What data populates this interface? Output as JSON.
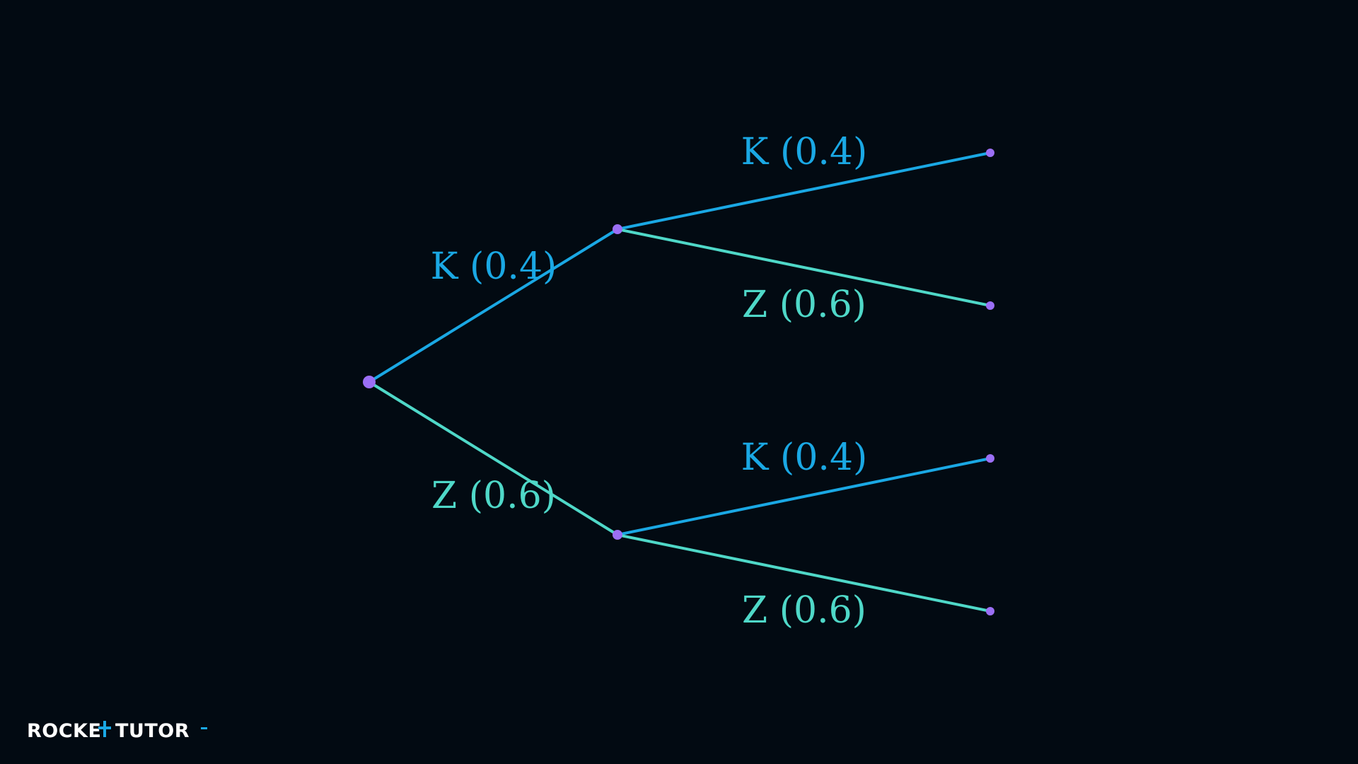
{
  "diagram": {
    "branches": [
      {
        "id": "b1",
        "from": "root",
        "to": "n1",
        "label": "K (0.4)",
        "kind": "K"
      },
      {
        "id": "b2",
        "from": "root",
        "to": "n2",
        "label": "Z (0.6)",
        "kind": "Z"
      },
      {
        "id": "b3",
        "from": "n1",
        "to": "l1",
        "label": "K (0.4)",
        "kind": "K"
      },
      {
        "id": "b4",
        "from": "n1",
        "to": "l2",
        "label": "Z (0.6)",
        "kind": "Z"
      },
      {
        "id": "b5",
        "from": "n2",
        "to": "l3",
        "label": "K (0.4)",
        "kind": "K"
      },
      {
        "id": "b6",
        "from": "n2",
        "to": "l4",
        "label": "Z (0.6)",
        "kind": "Z"
      }
    ],
    "colors": {
      "background": "#020a12",
      "K": "#1aa8e4",
      "Z": "#4fd8c8",
      "node": "#9b6ff5"
    }
  },
  "logo": {
    "part1": "ROCKE",
    "part2": "TUTO",
    "part3": "R",
    "colors": {
      "text": "#ffffff",
      "accent": "#1aa8e4"
    }
  }
}
